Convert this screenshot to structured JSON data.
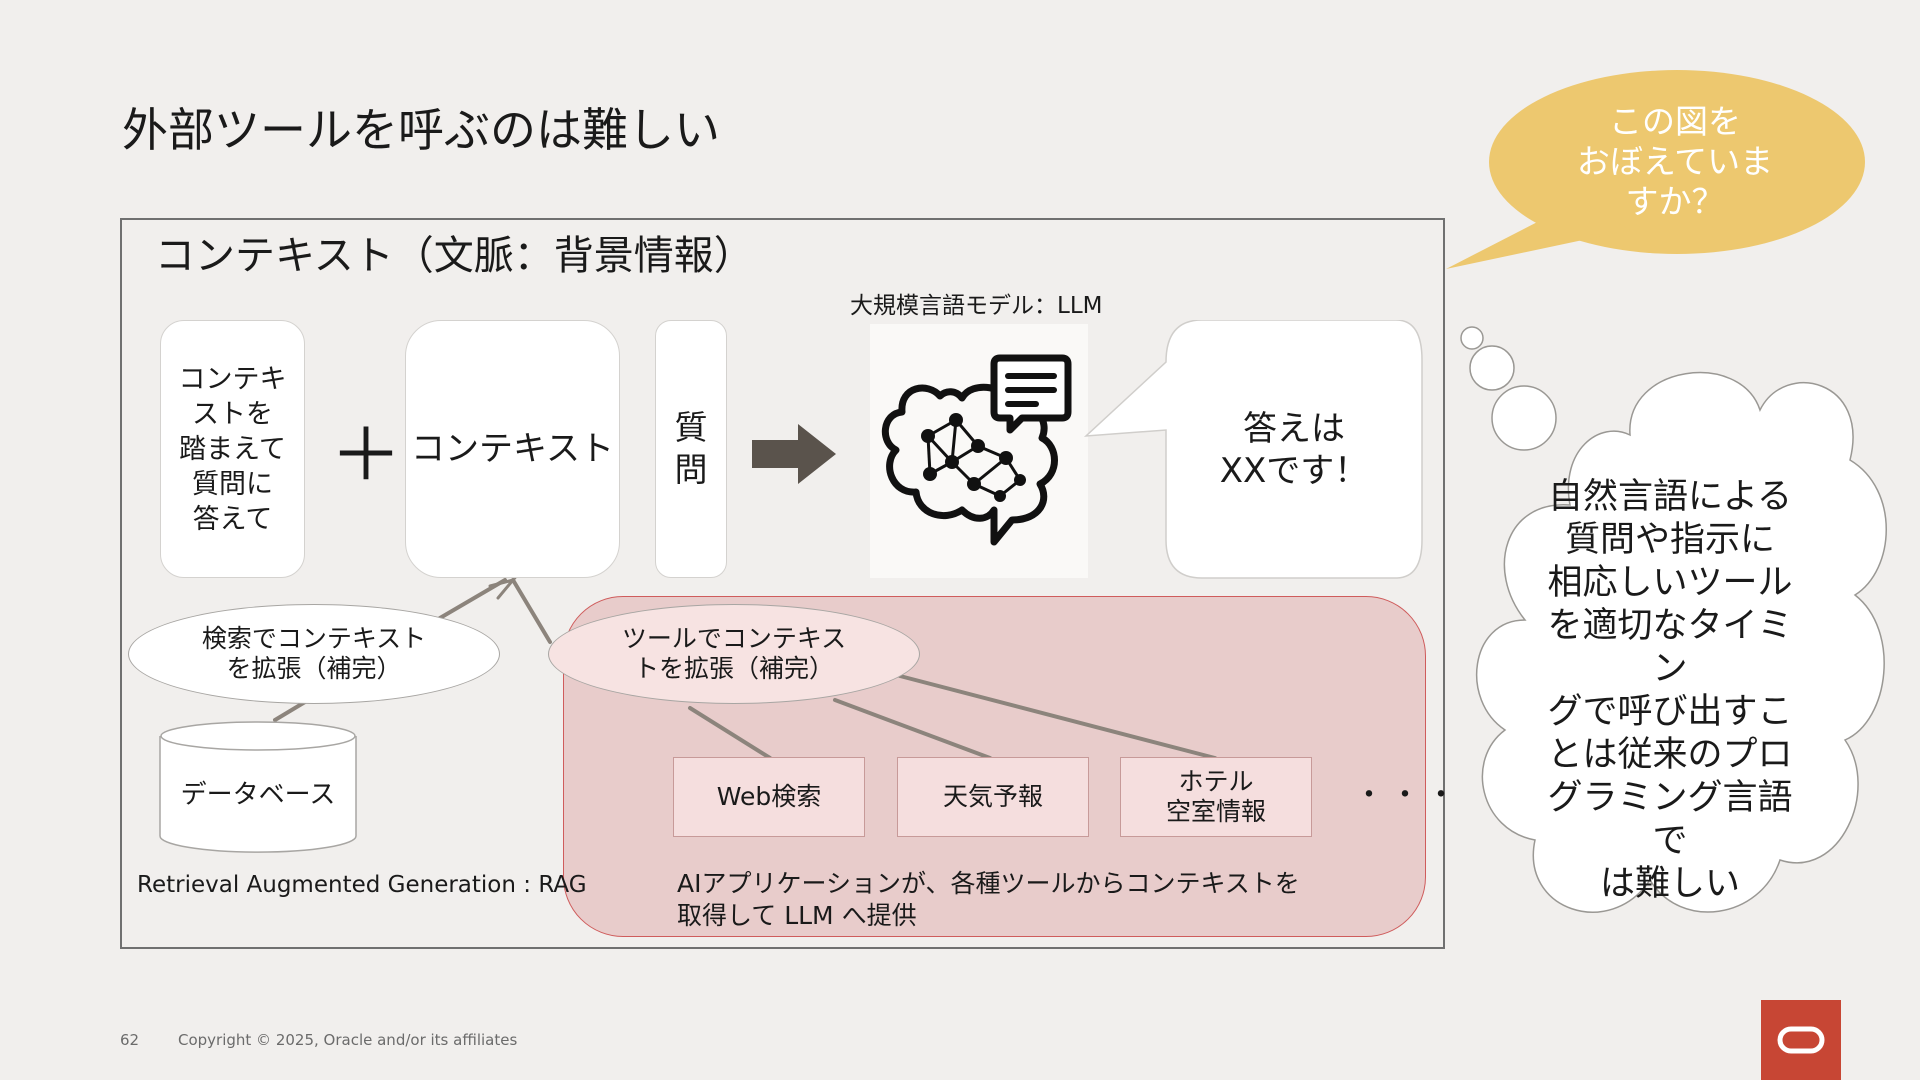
{
  "title": "外部ツールを呼ぶのは難しい",
  "frame": {
    "title": "コンテキスト（文脈：背景情報）"
  },
  "prompt_box": {
    "text": "コンテキ\nストを\n踏まえて\n質問に\n答えて"
  },
  "plus": "＋",
  "context_box": {
    "text": "コンテキスト"
  },
  "question_box": {
    "text": "質\n問"
  },
  "llm": {
    "label": "大規模言語モデル：LLM",
    "icon": "brain-network-chat-icon"
  },
  "answer_bubble": {
    "text": "答えは\nXXです！"
  },
  "search_ellipse": {
    "text": "検索でコンテキスト\nを拡張（補完）"
  },
  "tool_ellipse": {
    "text": "ツールでコンテキス\nトを拡張（補完）"
  },
  "database": {
    "text": "データベース"
  },
  "tools": [
    {
      "label": "Web検索"
    },
    {
      "label": "天気予報"
    },
    {
      "label": "ホテル\n空室情報"
    }
  ],
  "ellipsis": "・・・",
  "rag_label": "Retrieval Augmented Generation : RAG",
  "ai_note": "AIアプリケーションが、各種ツールからコンテキストを\n取得して LLM へ提供",
  "speech_bubble": {
    "text": "この図を\nおぼえていま\nすか？",
    "color": "#edc86f"
  },
  "thought_cloud": {
    "text": "自然言語による\n質問や指示に\n相応しいツール\nを適切なタイミン\nグで呼び出すこ\nとは従来のプロ\nグラミング言語で\nは難しい"
  },
  "footer": {
    "page": "62",
    "copyright": "Copyright © 2025, Oracle and/or its affiliates"
  },
  "colors": {
    "background": "#f1efed",
    "red_area": "#e8cccb",
    "red_border": "#cf5c5c",
    "oracle_red": "#c74634",
    "arrow": "#5a534c"
  }
}
